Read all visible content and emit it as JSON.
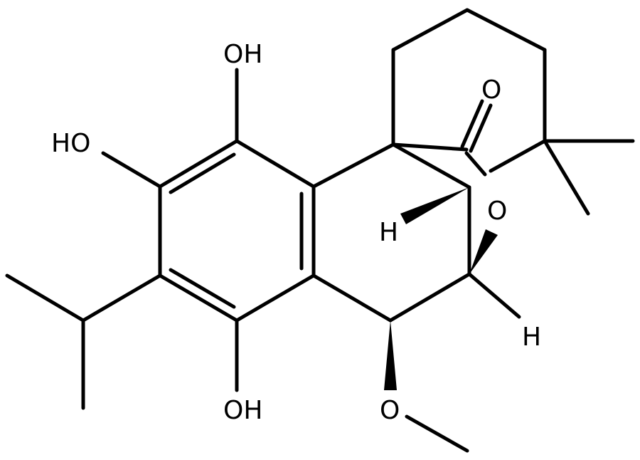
{
  "labels": {
    "oh_top": "OH",
    "ho_left": "HO",
    "oh_bottom": "OH",
    "o_carbonyl": "O",
    "o_ring": "O",
    "o_methoxy": "O",
    "h_left": "H",
    "h_right": "H"
  },
  "colors": {
    "bond": "#000000",
    "background": "#ffffff"
  }
}
